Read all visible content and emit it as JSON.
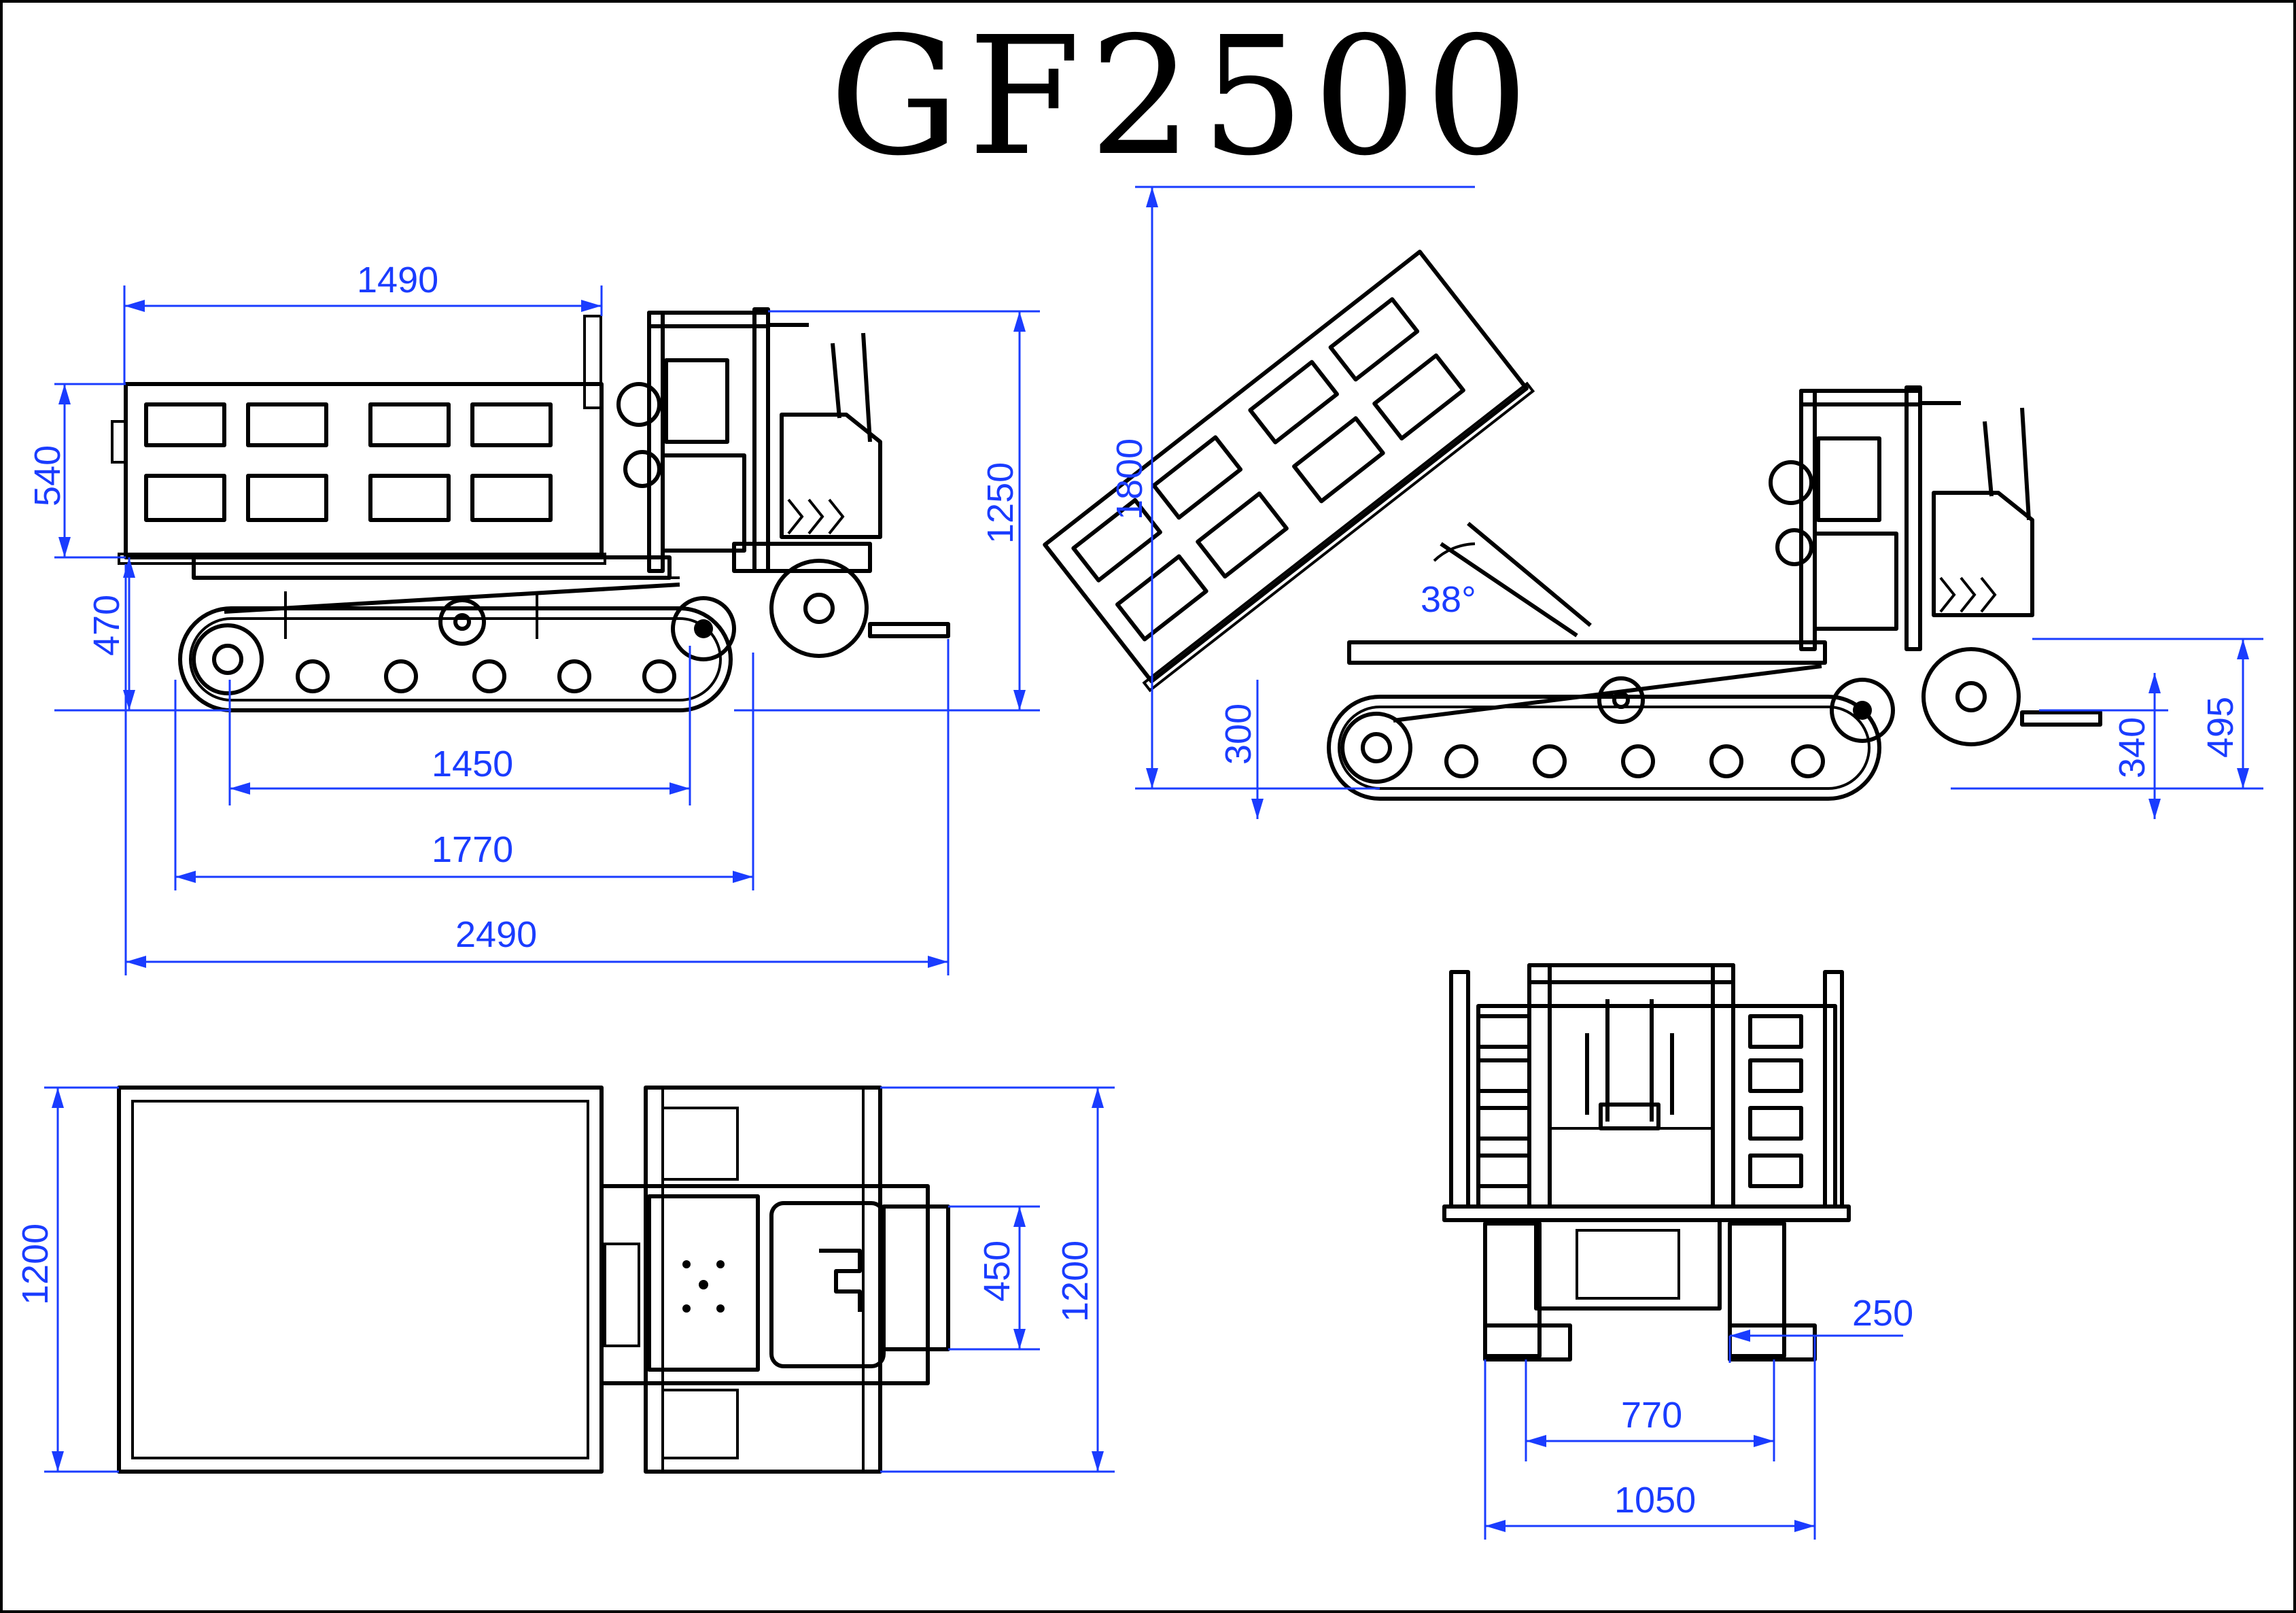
{
  "title": "GF2500",
  "side_view": {
    "box_length": "1490",
    "box_height": "540",
    "overall_height": "1250",
    "floor_height": "470",
    "sprocket_spacing": "1450",
    "track_length": "1770",
    "overall_length": "2490"
  },
  "tipping_view": {
    "overall_height": "1800",
    "tip_angle": "38°",
    "dump_clearance": "300",
    "platform_height": "340",
    "rear_height": "495"
  },
  "top_view": {
    "box_width": "1200",
    "platform_width": "450",
    "overall_width": "1200"
  },
  "rear_view": {
    "track_width": "250",
    "track_gauge": "770",
    "overall_width": "1050"
  },
  "colors": {
    "line": "#000000",
    "dimension": "#1a3cff"
  }
}
